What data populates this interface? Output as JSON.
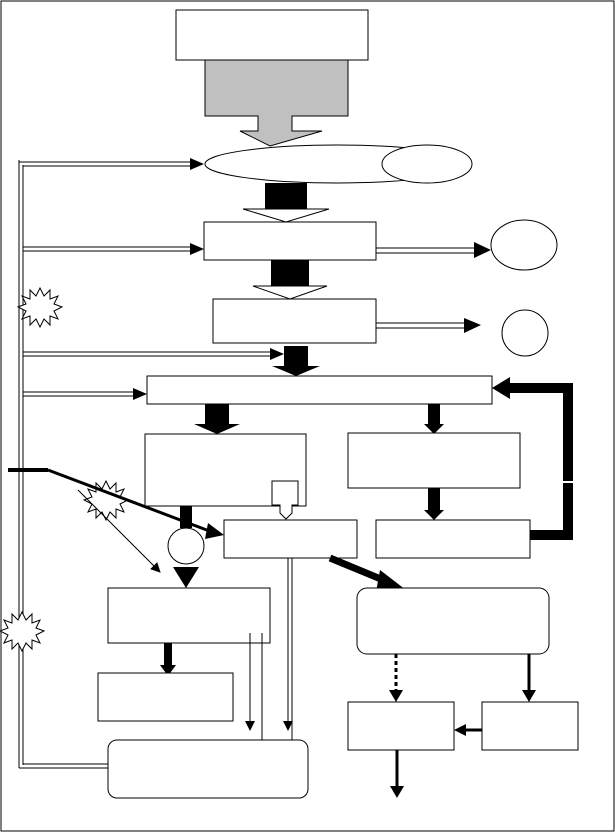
{
  "diagram": {
    "nodes": [
      {
        "id": "top-box",
        "label": ""
      },
      {
        "id": "gray-block",
        "label": ""
      },
      {
        "id": "oval-1",
        "label": ""
      },
      {
        "id": "oval-1-inner",
        "label": ""
      },
      {
        "id": "box-2",
        "label": ""
      },
      {
        "id": "circle-2",
        "label": ""
      },
      {
        "id": "box-3",
        "label": ""
      },
      {
        "id": "circle-3",
        "label": ""
      },
      {
        "id": "wide-box",
        "label": ""
      },
      {
        "id": "box-left-mid",
        "label": ""
      },
      {
        "id": "box-right-mid",
        "label": ""
      },
      {
        "id": "box-center",
        "label": ""
      },
      {
        "id": "box-right-low",
        "label": ""
      },
      {
        "id": "circle-small",
        "label": ""
      },
      {
        "id": "box-left-low",
        "label": ""
      },
      {
        "id": "rounded-right",
        "label": ""
      },
      {
        "id": "box-bottom-left-small",
        "label": ""
      },
      {
        "id": "rounded-bottom",
        "label": ""
      },
      {
        "id": "box-br-left",
        "label": ""
      },
      {
        "id": "box-br-right",
        "label": ""
      }
    ],
    "starbursts": 3,
    "colors": {
      "stroke": "#000000",
      "gray_fill": "#c0c0c0",
      "background": "#ffffff"
    }
  }
}
